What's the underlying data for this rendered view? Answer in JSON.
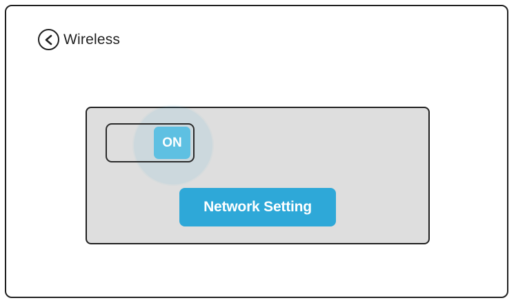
{
  "header": {
    "back_icon": "chevron-left-icon",
    "title": "Wireless"
  },
  "wireless_toggle": {
    "state_label": "ON",
    "is_on": true
  },
  "network_setting": {
    "label": "Network Setting"
  },
  "colors": {
    "accent": "#2ea8d8",
    "toggle_knob": "#5ec0e2",
    "panel_background": "#dedede",
    "border": "#1f1f1f"
  }
}
